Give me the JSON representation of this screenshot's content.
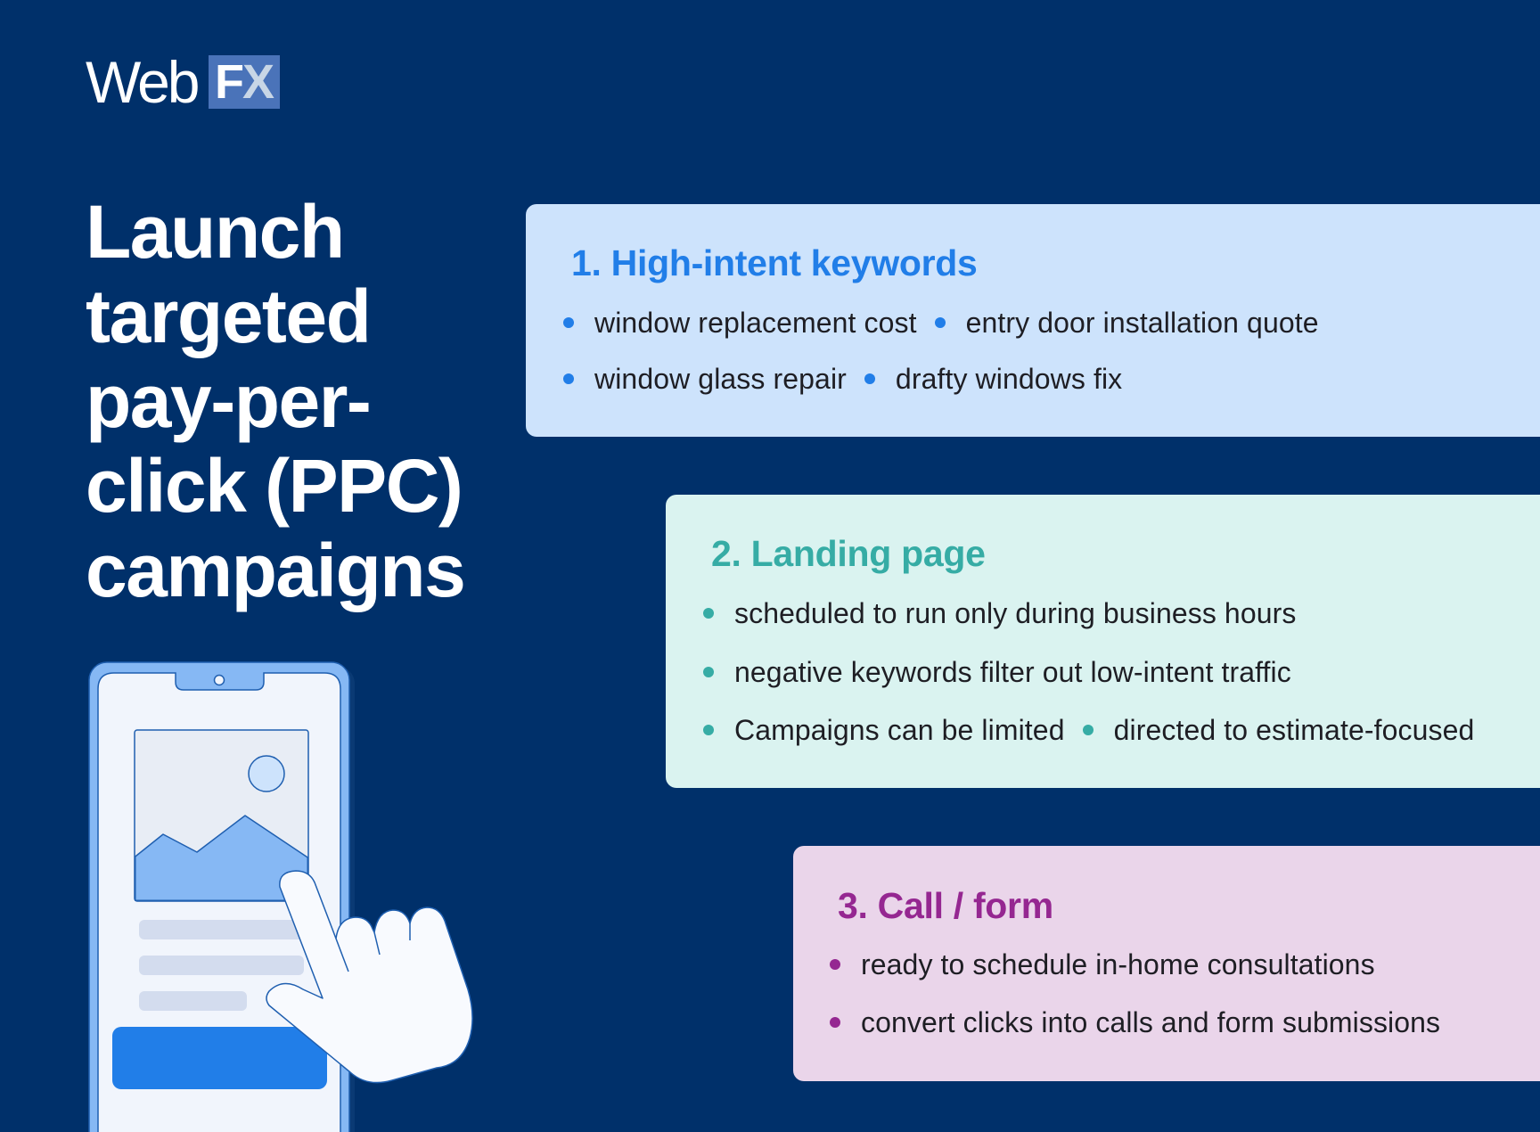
{
  "brand": {
    "logo_web": "Web",
    "logo_fx_f": "F",
    "logo_fx_x": "X"
  },
  "headline": {
    "lines": [
      "Launch",
      "targeted",
      "pay-per-",
      "click (PPC)",
      "campaigns"
    ]
  },
  "colors": {
    "background": "#00306A",
    "logo_box": "#4A73B9",
    "card1_bg": "#CDE3FC",
    "card1_accent": "#217EE8",
    "card2_bg": "#DAF3F0",
    "card2_accent": "#36ACA5",
    "card3_bg": "#EAD5EA",
    "card3_accent": "#952791",
    "body_text": "#1E1E24"
  },
  "cards": [
    {
      "title": "1. High-intent keywords",
      "rows": [
        [
          "window replacement cost",
          "entry door installation quote"
        ],
        [
          "window glass repair",
          "drafty windows fix"
        ]
      ]
    },
    {
      "title": "2. Landing page",
      "rows": [
        [
          "scheduled to run only during business hours"
        ],
        [
          "negative keywords filter out low-intent traffic"
        ],
        [
          "Campaigns can be limited",
          "directed to estimate-focused"
        ]
      ]
    },
    {
      "title": "3. Call / form",
      "rows": [
        [
          "ready to schedule in-home consultations"
        ],
        [
          "convert clicks into calls and form submissions"
        ]
      ]
    }
  ],
  "illustration": {
    "subject": "phone-with-tapping-hand",
    "icons": [
      "smartphone-icon",
      "image-placeholder-icon",
      "pointing-hand-icon"
    ]
  }
}
